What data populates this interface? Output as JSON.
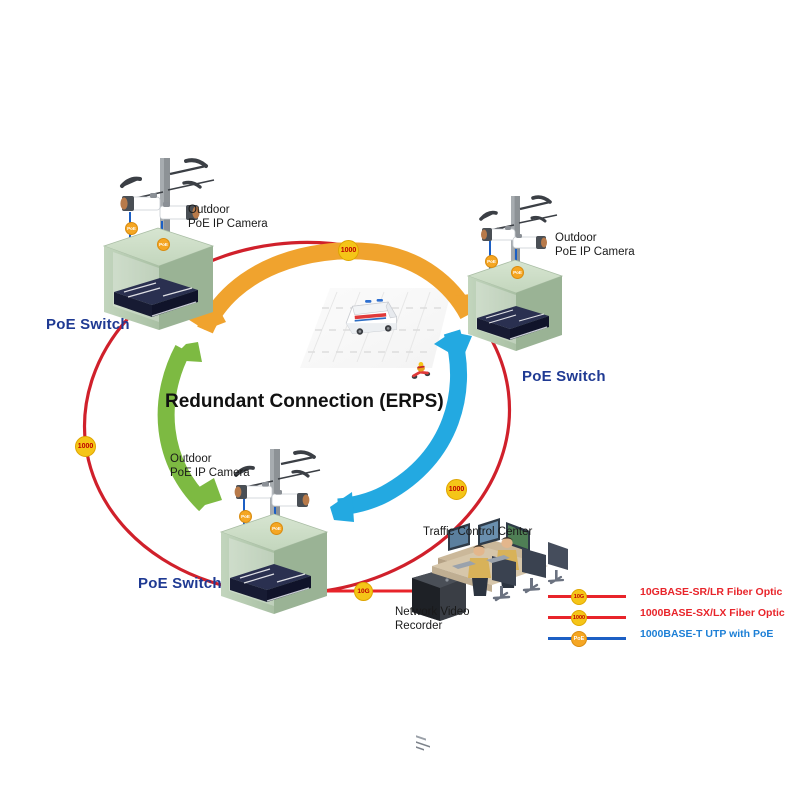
{
  "diagram": {
    "center_title": "Redundant Connection (ERPS)",
    "nodes": [
      {
        "id": "switch-top-left",
        "switch_label": "PoE Switch",
        "camera_label": "Outdoor\nPoE IP Camera"
      },
      {
        "id": "switch-top-right",
        "switch_label": "PoE Switch",
        "camera_label": "Outdoor\nPoE IP Camera"
      },
      {
        "id": "switch-bottom",
        "switch_label": "PoE Switch",
        "camera_label": "Outdoor\nPoE IP Camera"
      }
    ],
    "traffic_control_center_label": "Traffic Control Center",
    "nvr_label": "Network Video\nRecorder",
    "ring_badges": [
      {
        "id": "ring-badge-top",
        "text": "1000"
      },
      {
        "id": "ring-badge-left",
        "text": "1000"
      },
      {
        "id": "ring-badge-right",
        "text": "1000"
      }
    ],
    "nvr_link_badge": {
      "text": "10G"
    },
    "poe_badges": [
      {
        "text": "PoE"
      },
      {
        "text": "PoE"
      },
      {
        "text": "PoE"
      },
      {
        "text": "PoE"
      },
      {
        "text": "PoE"
      },
      {
        "text": "PoE"
      }
    ]
  },
  "legend": {
    "items": [
      {
        "badge": "10G",
        "text": "10GBASE-SR/LR Fiber Optic",
        "line_color": "#e8242a",
        "text_color": "#e8242a"
      },
      {
        "badge": "1000",
        "text": "1000BASE-SX/LX Fiber Optic",
        "line_color": "#e8242a",
        "text_color": "#e8242a"
      },
      {
        "badge": "PoE",
        "text": "1000BASE-T UTP with PoE",
        "line_color": "#1c5fc4",
        "text_color": "#1c7fd6"
      }
    ]
  },
  "colors": {
    "ring_red": "#d0202b",
    "arrow_orange": "#f0a32e",
    "arrow_green": "#7dba42",
    "arrow_blue": "#23a9e1",
    "cabinet_face": "#b8cdb4",
    "cabinet_top": "#cfdfc9",
    "cabinet_side": "#9fb79b",
    "switch_body": "#1b1f3b",
    "pole_gray": "#8d9296",
    "label_navy": "#1f3a93"
  }
}
